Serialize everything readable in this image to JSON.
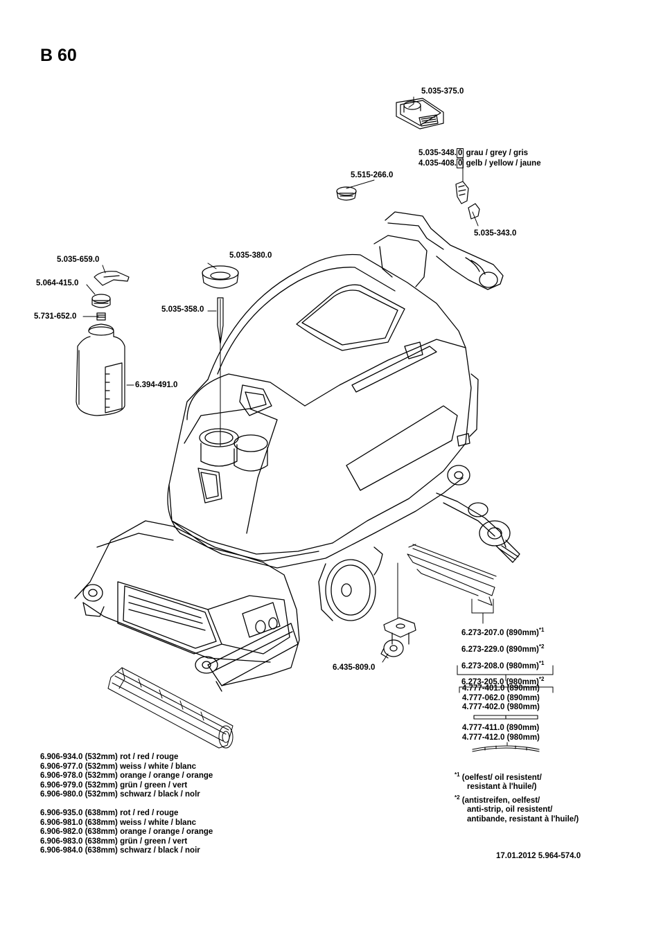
{
  "title": "B 60",
  "labels": {
    "p1": "5.035-375.0",
    "p2a": "5.035-348.",
    "p2a_box": "0",
    "p2a_desc": "grau / grey / gris",
    "p2b": "4.035-408.",
    "p2b_box": "0",
    "p2b_desc": "gelb / yellow / jaune",
    "p3": "5.515-266.0",
    "p4": "5.035-343.0",
    "p5": "5.035-380.0",
    "p6": "5.035-659.0",
    "p7": "5.064-415.0",
    "p8": "5.731-652.0",
    "p9": "5.035-358.0",
    "p10": "6.394-491.0",
    "p11": "6.435-809.0"
  },
  "squeegee": [
    {
      "text": "6.273-207.0 (890mm)",
      "mark": "*1"
    },
    {
      "text": "6.273-229.0 (890mm)",
      "mark": "*2"
    },
    {
      "text": "6.273-208.0 (980mm)",
      "mark": "*1"
    },
    {
      "text": "6.273-205.0 (980mm)",
      "mark": "*2"
    }
  ],
  "blades_a": [
    "4.777-401.0 (890mm)",
    "4.777-062.0 (890mm)",
    "4.777-402.0 (980mm)"
  ],
  "blades_b": [
    "4.777-411.0 (890mm)",
    "4.777-412.0 (980mm)"
  ],
  "notes": {
    "n1_mark": "*1",
    "n1_line1": "(oelfest/ oil resistent/",
    "n1_line2": "resistant à l'huile/)",
    "n2_mark": "*2",
    "n2_line1": "(antistreifen, oelfest/",
    "n2_line2": "anti-strip, oil resistent/",
    "n2_line3": "antibande, resistant à l'huile/)"
  },
  "brushes_532": [
    "6.906-934.0 (532mm) rot / red / rouge",
    "6.906-977.0 (532mm) weiss / white / blanc",
    "6.906-978.0 (532mm) orange / orange / orange",
    "6.906-979.0 (532mm) grün / green / vert",
    "6.906-980.0 (532mm) schwarz / black / nolr"
  ],
  "brushes_638": [
    "6.906-935.0 (638mm) rot / red / rouge",
    "6.906-981.0 (638mm) weiss / white / blanc",
    "6.906-982.0 (638mm) orange / orange / orange",
    "6.906-983.0 (638mm) grün / green / vert",
    "6.906-984.0 (638mm) schwarz / black / noir"
  ],
  "footer": "17.01.2012  5.964-574.0"
}
